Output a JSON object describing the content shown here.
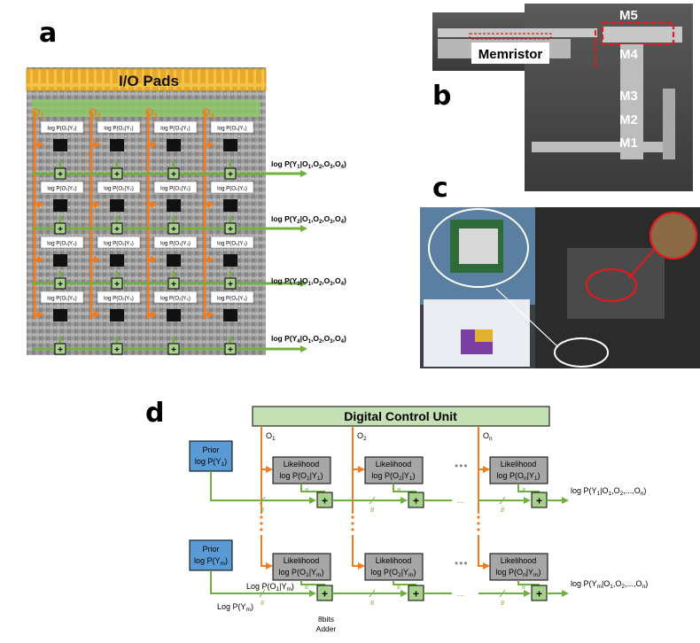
{
  "panels": {
    "a": "a",
    "b": "b",
    "c": "c",
    "d": "d"
  },
  "panel_a": {
    "io_pads": "I/O Pads",
    "columns": [
      {
        "base": "O",
        "sub": "1"
      },
      {
        "base": "O",
        "sub": "2"
      },
      {
        "base": "O",
        "sub": "3"
      },
      {
        "base": "O",
        "sub": "4"
      }
    ],
    "cell_labels": [
      [
        "log P(O₁|Y₁)",
        "log P(O₂|Y₁)",
        "log P(O₃|Y₁)",
        "log P(O₄|Y₁)"
      ],
      [
        "log P(O₁|Y₂)",
        "log P(O₂|Y₂)",
        "log P(O₃|Y₂)",
        "log P(O₄|Y₂)"
      ],
      [
        "log P(O₁|Y₃)",
        "log P(O₂|Y₃)",
        "log P(O₃|Y₃)",
        "log P(O₄|Y₃)"
      ],
      [
        "log P(O₁|Y₄)",
        "log P(O₂|Y₄)",
        "log P(O₃|Y₄)",
        "log P(O₄|Y₄)"
      ]
    ],
    "adder_symbol": "+",
    "row_outputs": [
      {
        "pre": "log P(Y",
        "sub": "1",
        "post": "|O",
        "o": [
          "1",
          "2",
          "3",
          "4"
        ]
      },
      {
        "pre": "log P(Y",
        "sub": "2",
        "post": "|O",
        "o": [
          "1",
          "2",
          "3",
          "4"
        ]
      },
      {
        "pre": "log P(Y",
        "sub": "3",
        "post": "|O",
        "o": [
          "1",
          "2",
          "3",
          "4"
        ]
      },
      {
        "pre": "log P(Y",
        "sub": "4",
        "post": "|O",
        "o": [
          "1",
          "2",
          "3",
          "4"
        ]
      }
    ]
  },
  "panel_b": {
    "memristor": "Memristor",
    "layers": [
      "M5",
      "M4",
      "M3",
      "M2",
      "M1"
    ]
  },
  "panel_d": {
    "control_unit": "Digital Control Unit",
    "columns": [
      {
        "base": "O",
        "sub": "1"
      },
      {
        "base": "O",
        "sub": "2"
      },
      {
        "base": "O",
        "sub": "n"
      }
    ],
    "prior_word": "Prior",
    "priors": [
      {
        "pre": "log P(Y",
        "sub": "1",
        "post": ")"
      },
      {
        "pre": "log P(Y",
        "sub": "m",
        "post": ")"
      }
    ],
    "likelihood_word": "Likelihood",
    "likelihood_rows": [
      [
        {
          "o": "1",
          "y": "1"
        },
        {
          "o": "2",
          "y": "1"
        },
        {
          "o": "n",
          "y": "1"
        }
      ],
      [
        {
          "o": "1",
          "y": "m"
        },
        {
          "o": "2",
          "y": "m"
        },
        {
          "o": "n",
          "y": "m"
        }
      ]
    ],
    "bus_width": "8",
    "adder_symbol": "+",
    "outputs": [
      {
        "pre": "log P(Y",
        "sub": "1",
        "mid": "|O",
        "tail": ",...,O"
      },
      {
        "pre": "log P(Y",
        "sub": "m",
        "mid": "|O",
        "tail": ",...,O"
      }
    ],
    "bottom_labels": {
      "lik": {
        "pre": "Log P(O",
        "sub1": "1",
        "mid": "|Y",
        "sub2": "m",
        "post": ")"
      },
      "prior": {
        "pre": "Log P(Y",
        "sub": "m",
        "post": ")"
      }
    },
    "adder_caption": [
      "8bits",
      "Adder"
    ],
    "ellipsis": "•••",
    "hdots": "..."
  },
  "colors": {
    "orange": "#f07c22",
    "green": "#70b03f",
    "adder_fill": "#a9d18e",
    "prior_fill": "#5b9bd5",
    "likelihood_fill": "#a6a6a6",
    "control_fill": "#c5e0b4",
    "pad_yellow": "#f3c34a",
    "memristor_red": "#e31a1c"
  }
}
